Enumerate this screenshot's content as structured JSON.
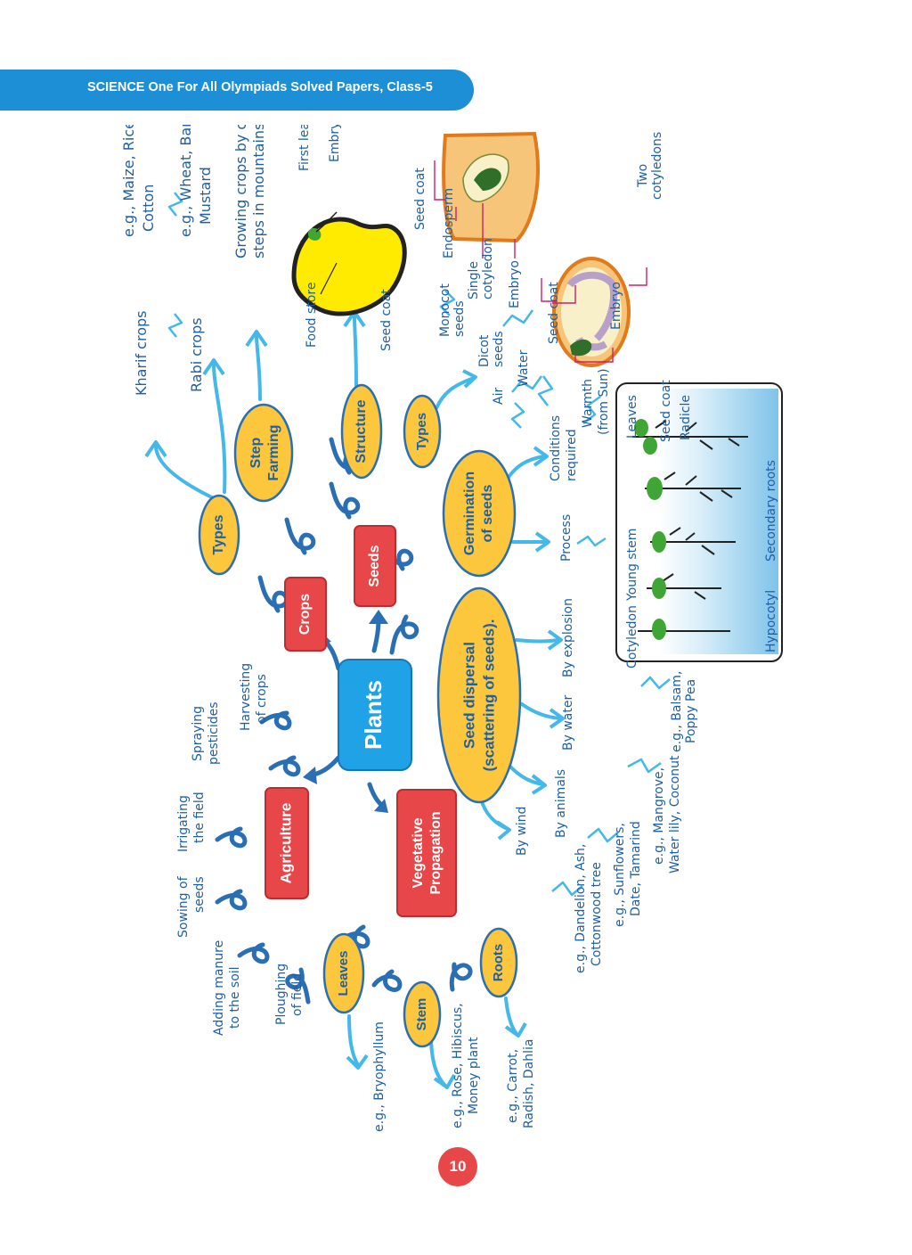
{
  "header": {
    "title": "SCIENCE One For All Olympiads Solved Papers, Class-5"
  },
  "page_number": "10",
  "central": {
    "label": "Plants"
  },
  "main_nodes": {
    "crops": "Crops",
    "seeds": "Seeds",
    "agriculture": "Agriculture",
    "vegetative": [
      "Vegetative",
      "Propagation"
    ]
  },
  "crops_branch": {
    "types": "Types",
    "kharif": "Kharif crops",
    "kharif_eg": [
      "e.g., Maize, Rice,",
      "Cotton"
    ],
    "rabi": "Rabi crops",
    "rabi_eg": [
      "e.g., Wheat, Barley,",
      "Mustard"
    ],
    "step_farming": [
      "Step",
      "Farming"
    ],
    "step_desc": [
      "Growing crops by cutting",
      "steps in mountains."
    ]
  },
  "seeds_branch": {
    "structure": "Structure",
    "food_store": "Food store",
    "seed_coat": "Seed coat",
    "first_leaf": "First leaf",
    "embryo": "Embryo",
    "types": "Types",
    "monocot": [
      "Monocot",
      "seeds"
    ],
    "monocot_parts": {
      "seed_coat": "Seed coat",
      "endosperm": "Endosperm",
      "single_cotyledon": [
        "Single",
        "cotyledon"
      ],
      "embryo": "Embryo"
    },
    "dicot": [
      "Dicot",
      "seeds"
    ],
    "dicot_parts": {
      "seed_coat": "Seed coat",
      "embryo": "Embryo",
      "two_cotyledons": [
        "Two",
        "cotyledons"
      ]
    },
    "germination": [
      "Germination",
      "of seeds"
    ],
    "conditions": [
      "Conditions",
      "required"
    ],
    "air": "Air",
    "water": "Water",
    "warmth": [
      "Warmth",
      "(from Sun)"
    ],
    "process": "Process",
    "process_labels": {
      "leaves": "Leaves",
      "seed_coat": "Seed coat",
      "radicle": "Radicle",
      "secondary_roots": "Secondary roots",
      "young_stem": "Young stem",
      "cotyledon": "Cotyledon",
      "hypocotyl": "Hypocotyl"
    },
    "dispersal": [
      "Seed dispersal",
      "(scattering of seeds)."
    ],
    "by_explosion": "By explosion",
    "by_explosion_eg": [
      "e.g., Balsam,",
      "Poppy Pea"
    ],
    "by_water": "By water",
    "by_water_eg": [
      "e.g., Mangrove,",
      "Water lily, Coconut"
    ],
    "by_animals": "By animals",
    "by_animals_eg": [
      "e.g., Sunflowers,",
      "Date, Tamarind"
    ],
    "by_wind": "By wind",
    "by_wind_eg": [
      "e.g., Dandelion, Ash,",
      "Cottonwood tree"
    ]
  },
  "agriculture_branch": {
    "spraying": [
      "Spraying",
      "pesticides"
    ],
    "harvesting": [
      "Harvesting",
      "of crops"
    ],
    "irrigating": [
      "Irrigating",
      "the field"
    ],
    "sowing": [
      "Sowing of",
      "seeds"
    ],
    "manure": [
      "Adding manure",
      "to the soil"
    ],
    "ploughing": [
      "Ploughing",
      "of field"
    ]
  },
  "vegetative_branch": {
    "leaves": "Leaves",
    "leaves_eg": "e.g., Bryophyllum",
    "stem": "Stem",
    "stem_eg": [
      "e.g., Rose, Hibiscus,",
      "Money plant"
    ],
    "roots": "Roots",
    "roots_eg": [
      "e.g., Carrot,",
      "Radish, Dahlia"
    ]
  },
  "colors": {
    "header_blue": "#1d8fd6",
    "central_blue": "#1fa3e6",
    "node_red": "#e8474a",
    "node_yellow": "#fcc73c",
    "line_light_blue": "#44b8e8",
    "line_dark_blue": "#2a6fb3",
    "text_blue": "#1e5fa5",
    "label_pink": "#d01e6e"
  }
}
